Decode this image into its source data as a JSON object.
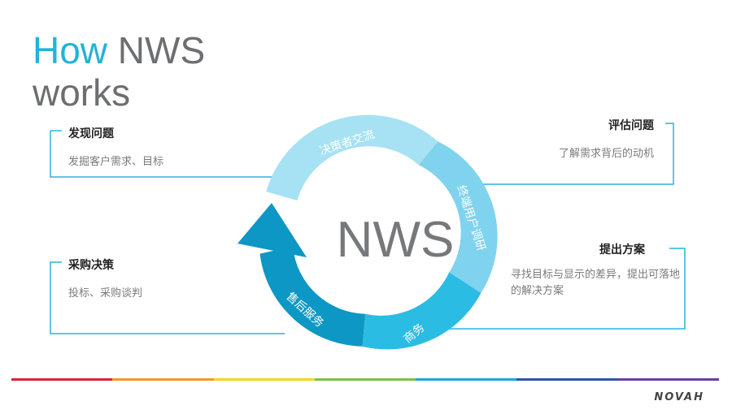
{
  "title": {
    "highlight": "How",
    "rest": " NWS",
    "line2": "works"
  },
  "center_label": "NWS",
  "ring_segments": [
    {
      "label": "决策者交流",
      "color": "#a6e2f3"
    },
    {
      "label": "终端用户调研",
      "color": "#7fd3ee"
    },
    {
      "label": "商务",
      "color": "#2bbce3"
    },
    {
      "label": "售后服务",
      "color": "#0d97c4"
    }
  ],
  "cards": {
    "top_left": {
      "title": "发现问题",
      "desc": "发掘客户需求、目标"
    },
    "top_right": {
      "title": "评估问题",
      "desc": "了解需求背后的动机"
    },
    "mid_right": {
      "title": "提出方案",
      "desc": "寻找目标与显示的差异，提出可落地的解决方案"
    },
    "bottom_left": {
      "title": "采购决策",
      "desc": "投标、采购谈判"
    }
  },
  "footer": {
    "logo": "NOVAH",
    "stripe_colors": [
      "#d9243b",
      "#f0982b",
      "#f5d51c",
      "#7cc04a",
      "#1fa7d6",
      "#2a57a6",
      "#6a3f98"
    ]
  },
  "colors": {
    "accent": "#22b3d8",
    "title_gray": "#6d6e71",
    "bracket": "#2ab4dc"
  }
}
